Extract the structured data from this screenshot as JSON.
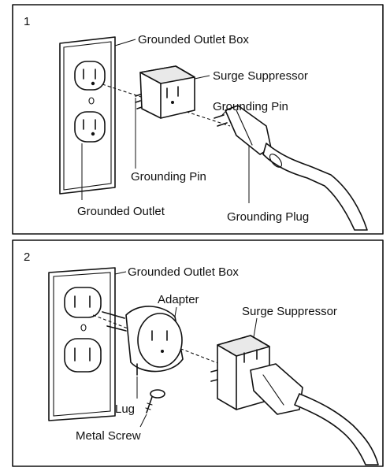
{
  "panel1": {
    "number": "1",
    "labels": {
      "grounded_outlet_box": "Grounded Outlet Box",
      "surge_suppressor": "Surge Suppressor",
      "grounding_pin_right": "Grounding Pin",
      "grounding_pin_left": "Grounding Pin",
      "grounded_outlet": "Grounded Outlet",
      "grounding_plug": "Grounding Plug"
    }
  },
  "panel2": {
    "number": "2",
    "labels": {
      "grounded_outlet_box": "Grounded Outlet Box",
      "adapter": "Adapter",
      "surge_suppressor": "Surge Suppressor",
      "lug": "Lug",
      "metal_screw": "Metal Screw"
    }
  }
}
